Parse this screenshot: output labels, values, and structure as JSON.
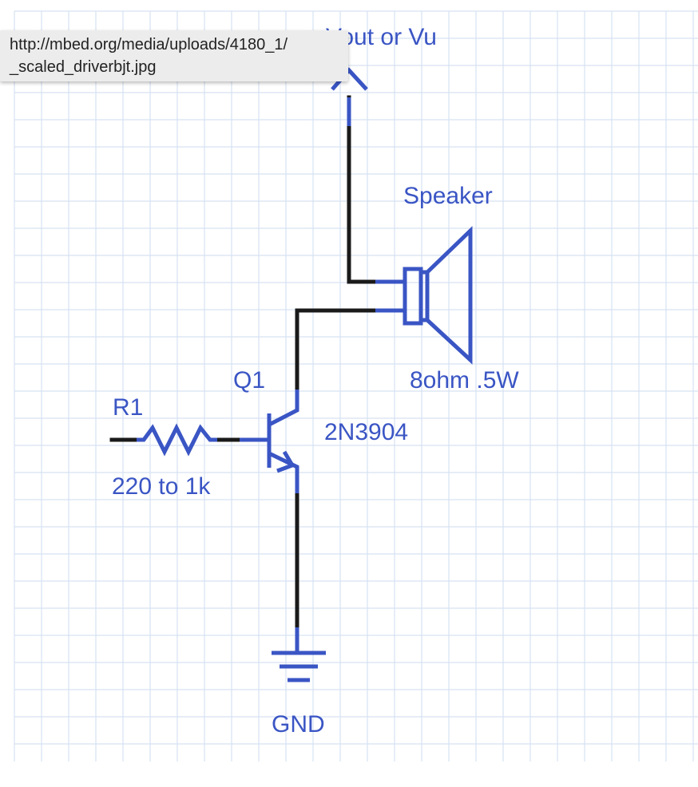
{
  "tooltip": {
    "line1": "http://mbed.org/media/uploads/4180_1/",
    "line2": "_scaled_driverbjt.jpg"
  },
  "diagram": {
    "supply_label": "Vout or Vu",
    "speaker_name": "Speaker",
    "speaker_rating": "8ohm .5W",
    "transistor_ref": "Q1",
    "transistor_part": "2N3904",
    "resistor_ref": "R1",
    "resistor_value": "220 to 1k",
    "ground_label": "GND"
  },
  "colors": {
    "symbol": "#3a55c4",
    "wire": "#1a1a1a",
    "grid": "#d6e2f2",
    "tooltip_bg": "#ececec"
  }
}
